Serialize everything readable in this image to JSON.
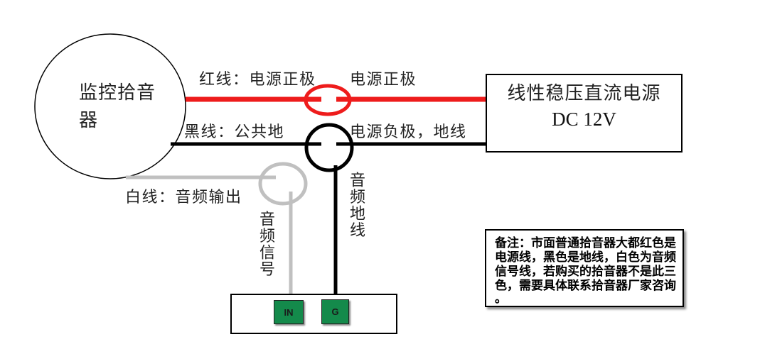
{
  "diagram": {
    "microphone": {
      "label_line1": "监控拾音",
      "label_line2": "器"
    },
    "power_supply": {
      "title": "线性稳压直流电源",
      "spec": "DC 12V"
    },
    "wires": {
      "red": {
        "label": "红线：电源正极",
        "dest_label": "电源正极",
        "color": "#ee1c1c"
      },
      "black": {
        "label": "黑线：公共地",
        "dest_label": "电源负极，地线",
        "color": "#000000"
      },
      "white": {
        "label": "白线：音频输出",
        "color": "#c0c0c0"
      }
    },
    "vertical_labels": {
      "audio_signal": "音频信号",
      "audio_ground": "音频地线"
    },
    "connector": {
      "pin_color": "#148a4b",
      "pins": [
        {
          "label": "IN"
        },
        {
          "label": "G"
        }
      ]
    },
    "note": {
      "lines": [
        "备注：市面普通拾音器大都红色是",
        "电源线，黑色是地线，白色为音频",
        "信号线，若购买的拾音器不是此三",
        "色，需要具体联系拾音器厂家咨询",
        "。"
      ]
    }
  }
}
